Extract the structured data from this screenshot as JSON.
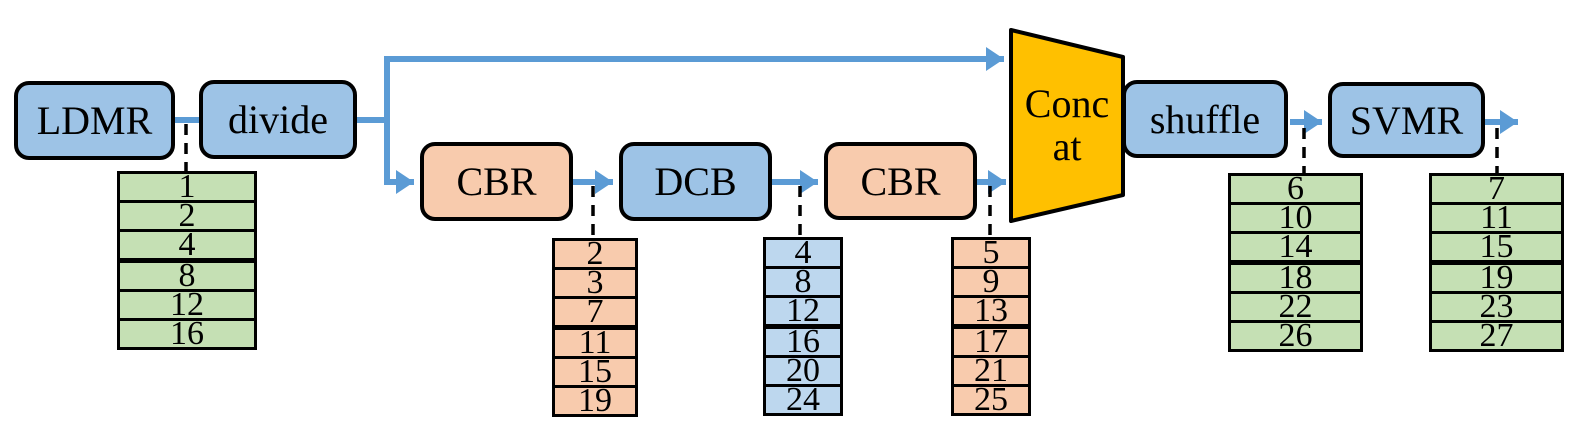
{
  "colors": {
    "node_blue": "#9DC3E6",
    "node_orange": "#F8CBAD",
    "table_green": "#C5E0B4",
    "table_blue": "#BDD7EE",
    "table_orange": "#F8CBAD",
    "concat_gold": "#FFC000",
    "arrow_blue": "#5B9BD5",
    "outline": "#000000"
  },
  "nodes": {
    "ldmr": {
      "label": "LDMR"
    },
    "divide": {
      "label": "divide"
    },
    "cbr1": {
      "label": "CBR"
    },
    "dcb": {
      "label": "DCB"
    },
    "cbr2": {
      "label": "CBR"
    },
    "concat": {
      "label_line1": "Conc",
      "label_line2": "at"
    },
    "shuffle": {
      "label": "shuffle"
    },
    "svmr": {
      "label": "SVMR"
    }
  },
  "stacks": {
    "divide_out": {
      "values": [
        "1",
        "2",
        "4",
        "8",
        "12",
        "16"
      ]
    },
    "cbr1_out": {
      "values": [
        "2",
        "3",
        "7",
        "11",
        "15",
        "19"
      ]
    },
    "dcb_out": {
      "values": [
        "4",
        "8",
        "12",
        "16",
        "20",
        "24"
      ]
    },
    "cbr2_out": {
      "values": [
        "5",
        "9",
        "13",
        "17",
        "21",
        "25"
      ]
    },
    "shuffle_out": {
      "values": [
        "6",
        "10",
        "14",
        "18",
        "22",
        "26"
      ]
    },
    "svmr_out": {
      "values": [
        "7",
        "11",
        "15",
        "19",
        "23",
        "27"
      ]
    }
  }
}
